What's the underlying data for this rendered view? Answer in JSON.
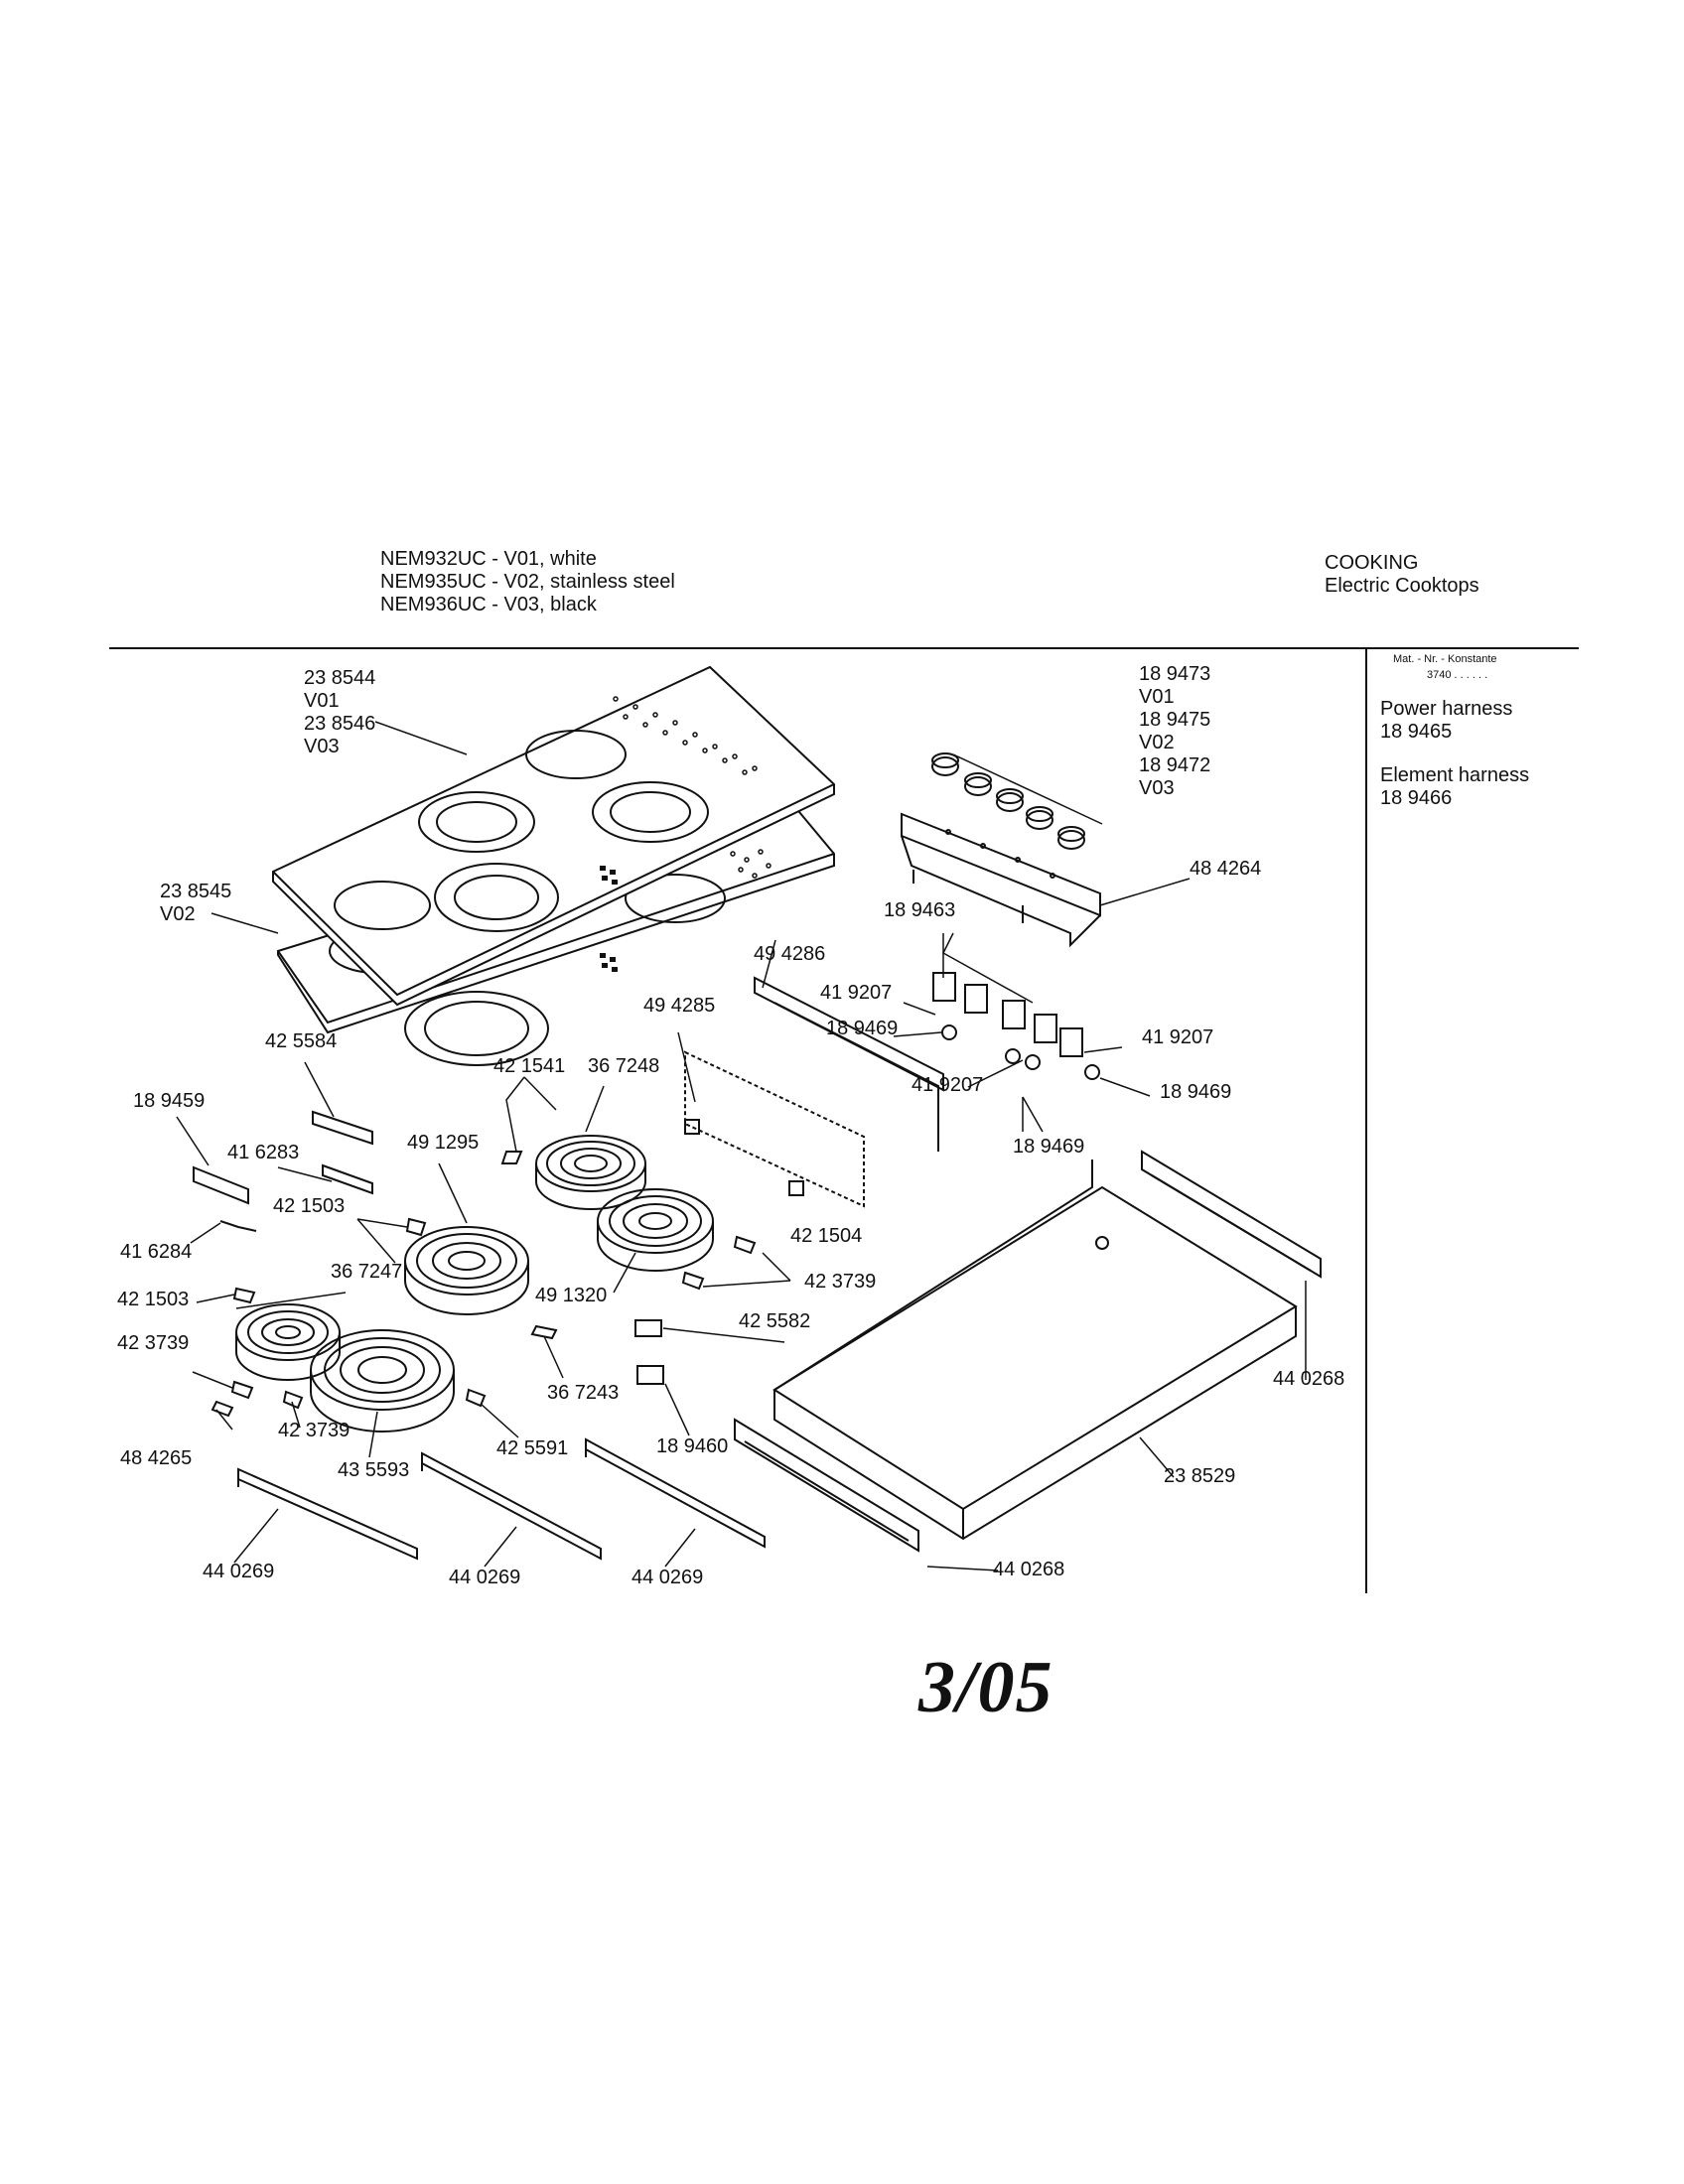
{
  "header": {
    "models": [
      "NEM932UC - V01, white",
      "NEM935UC - V02, stainless steel",
      "NEM936UC - V03, black"
    ],
    "category": "COOKING",
    "subcategory": "Electric Cooktops"
  },
  "side_panel": {
    "mat_nr_label": "Mat. - Nr. - Konstante",
    "mat_nr_value": "3740 . .   . . . .",
    "power_harness_label": "Power harness",
    "power_harness_part": "18 9465",
    "element_harness_label": "Element harness",
    "element_harness_part": "18 9466"
  },
  "callouts": {
    "glass_top_v01_v03": [
      "23 8544",
      "V01",
      "23 8546",
      "V03"
    ],
    "glass_top_v02": [
      "23 8545",
      "V02"
    ],
    "knobs": [
      "18 9473",
      "V01",
      "18 9475",
      "V02",
      "18 9472",
      "V03"
    ],
    "control_panel": "48 4264",
    "switch_top": "18 9463",
    "switch_a": "41 9207",
    "switch_b": "41 9207",
    "switch_c": "41 9207",
    "screw_a": "18 9469",
    "screw_b": "18 9469",
    "screw_c": "18 9469",
    "rail_top": "49 4286",
    "bracket_panel": "49 4285",
    "bracket_clip": "42 1504",
    "clip_42_5584": "42 5584",
    "bracket_18_9459": "18 9459",
    "bracket_41_6283": "41 6283",
    "wire_41_6284": "41 6284",
    "clip_421541": "42 1541",
    "element_367248": "36 7248",
    "element_491295": "49 1295",
    "clip_421503_a": "42 1503",
    "clip_421503_b": "42 1503",
    "element_367247": "36 7247",
    "element_491320": "49 1320",
    "clip_423739_a": "42 3739",
    "clip_423739_b": "42 3739",
    "clip_423739_c": "42 3739",
    "terminal_425582": "42 5582",
    "clip_367243": "36 7243",
    "terminal_189460": "18 9460",
    "clip_484265": "48 4265",
    "element_435593": "43 5593",
    "clip_425591": "42 5591",
    "support_a": "44 0269",
    "support_b": "44 0269",
    "support_c": "44 0269",
    "side_rail_a": "44 0268",
    "side_rail_b": "44 0268",
    "housing": "23 8529"
  },
  "page_number": "3/05"
}
